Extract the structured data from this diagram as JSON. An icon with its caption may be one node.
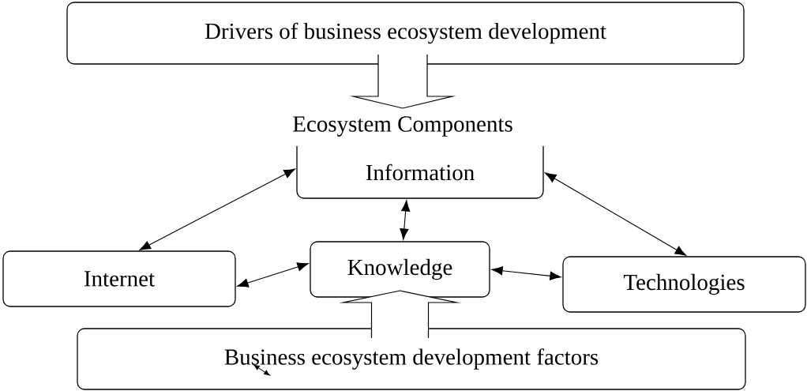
{
  "diagram": {
    "nodes": [
      {
        "text": [
          "Drivers of business ecosystem development"
        ]
      },
      {
        "text": [
          "Ecosystem Components"
        ]
      },
      {
        "text": [
          "Information"
        ]
      },
      {
        "text": [
          "Internet"
        ]
      },
      {
        "text": [
          "Knowledge"
        ]
      },
      {
        "text": [
          "Technologies"
        ]
      },
      {
        "text": [
          "Business ecosystem development factors"
        ]
      }
    ],
    "edges": [
      {
        "from": 0,
        "to": 1,
        "arrow": "to",
        "style": "thick"
      },
      {
        "from": 6,
        "to": 4,
        "arrow": "to",
        "style": "thick"
      },
      {
        "from": 2,
        "to": 3,
        "arrow": "both"
      },
      {
        "from": 2,
        "to": 4,
        "arrow": "both"
      },
      {
        "from": 2,
        "to": 5,
        "arrow": "both"
      },
      {
        "from": 3,
        "to": 4,
        "arrow": "both"
      },
      {
        "from": 4,
        "to": 5,
        "arrow": "both"
      }
    ]
  }
}
